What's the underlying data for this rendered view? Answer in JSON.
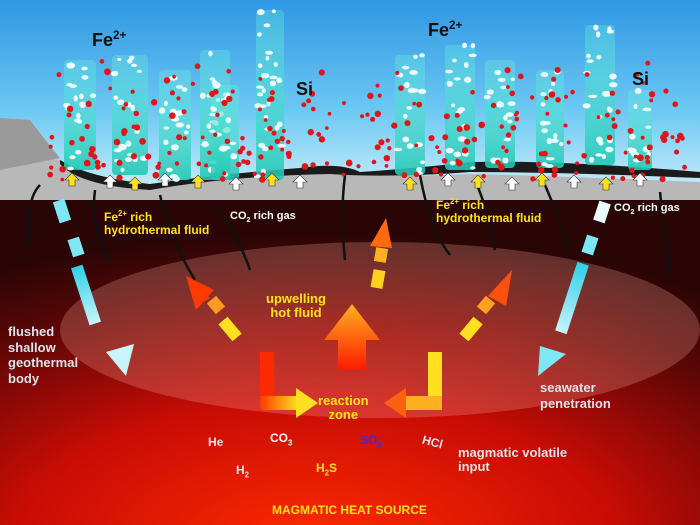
{
  "labels": {
    "fe_left": "Fe",
    "fe_right": "Fe",
    "fe_sup": "2+",
    "si_left": "Si",
    "si_right": "Si",
    "fluid_left_sup": "2+",
    "fluid_left_rest": "rich",
    "fluid_left_line2": "hydrothermal fluid",
    "fluid_left_prefix": "Fe",
    "fluid_right_prefix": "Fe",
    "fluid_right_sup": "2+",
    "fluid_right_rest": "rich",
    "fluid_right_line2": "hydrothermal fluid",
    "co2_prefix": "CO",
    "co2_sub": "2",
    "co2_rest": "rich gas",
    "upwelling": "upwelling",
    "hot_fluid": "hot fluid",
    "reaction": "reaction",
    "zone": "zone",
    "flushed_1": "flushed",
    "flushed_2": "shallow",
    "flushed_3": "geothermal",
    "flushed_4": "body",
    "seawater_1": "seawater",
    "seawater_2": "penetration",
    "he": "He",
    "co3_main": "CO",
    "co3_sub": "3",
    "so2_main": "SO",
    "so2_sub": "2",
    "hcl": "HCl",
    "h2_main": "H",
    "h2_sub": "2",
    "h2s_main": "H",
    "h2s_sub": "2",
    "h2s_rest": "S",
    "magmatic_1": "magmatic volatile",
    "magmatic_2": "input",
    "heat_source": "MAGMATIC HEAT SOURCE"
  },
  "colors": {
    "sky_top": "#3aa0e6",
    "sky_bottom": "#c8eefb",
    "magma_top": "#3a0a0a",
    "magma_hot": "#ff1a00",
    "label_yellow": "#ffe21a",
    "plume_teal": "#3fd6c4",
    "iron_red": "#e0151a"
  }
}
